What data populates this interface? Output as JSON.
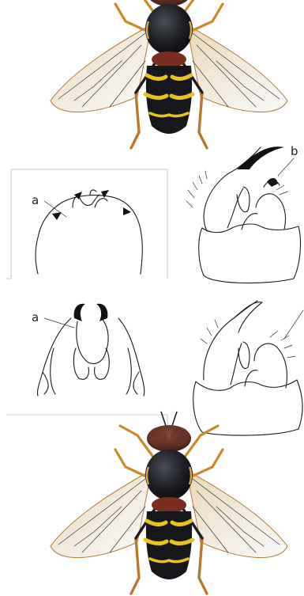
{
  "labels": {
    "top_left_a": "a",
    "top_right_b": "b",
    "bottom_left_a": "a"
  },
  "colors": {
    "fly_thorax": "#1c1d22",
    "fly_head": "#5a2a22",
    "fly_band": "#e8c21e",
    "fly_legs": "#c98a2a",
    "fly_wing_vein": "#a86a2c",
    "sclerite_black": "#111111",
    "frame_line": "#c9c9c9"
  }
}
